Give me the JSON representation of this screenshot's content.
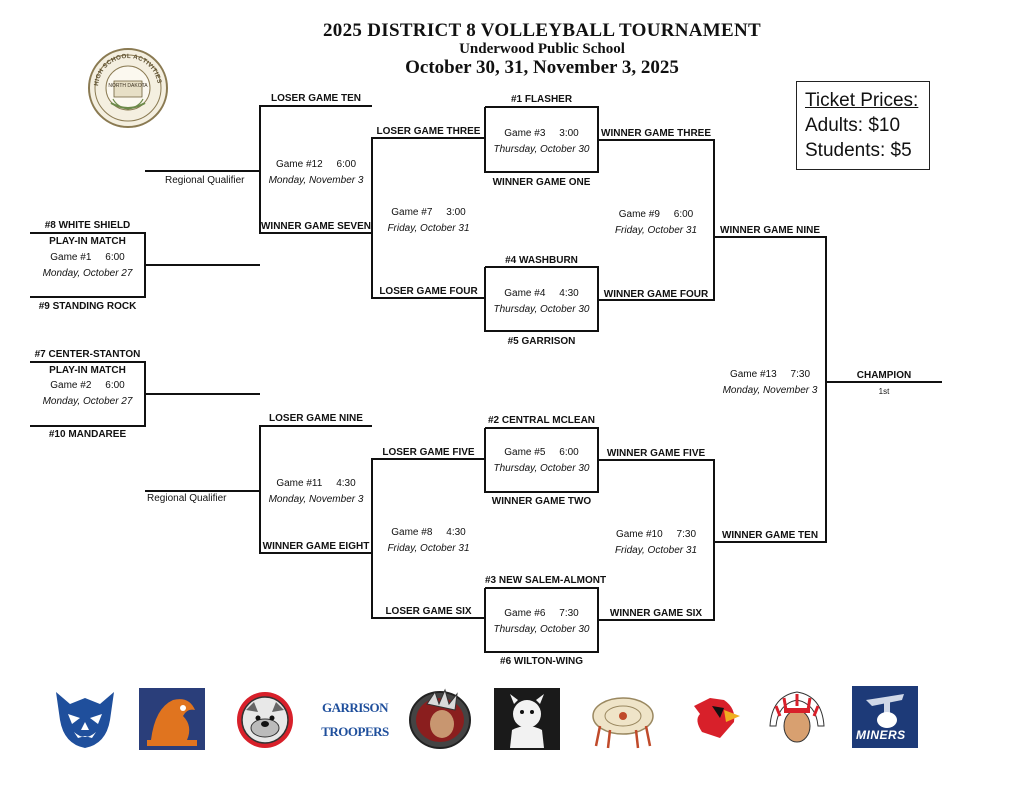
{
  "title": {
    "line1": "2025 DISTRICT 8 VOLLEYBALL TOURNAMENT",
    "line2": "Underwood Public School",
    "line3": "October 30, 31, November 3, 2025"
  },
  "seal": {
    "ring_text": "HIGH SCHOOL ACTIVITIES ASSOCIATION",
    "state_text": "NORTH DAKOTA"
  },
  "tickets": {
    "heading": "Ticket Prices:",
    "adults": "Adults:  $10",
    "students": "Students:  $5"
  },
  "play_in": [
    {
      "top_team": "#8 WHITE SHIELD",
      "label": "PLAY-IN MATCH",
      "game": "Game #1     6:00",
      "date": "Monday, October 27",
      "bottom_team": "#9 STANDING ROCK"
    },
    {
      "top_team": "#7 CENTER-STANTON",
      "label": "PLAY-IN MATCH",
      "game": "Game #2     6:00",
      "date": "Monday, October 27",
      "bottom_team": "#10  MANDAREE"
    }
  ],
  "regional_qualifier": "Regional Qualifier",
  "top_half": {
    "loser_ten": "LOSER GAME TEN",
    "g12": {
      "game": "Game #12     6:00",
      "date": "Monday, November 3"
    },
    "winner_seven": "WINNER GAME SEVEN",
    "loser_three": "LOSER GAME THREE",
    "g7": {
      "game": "Game #7     3:00",
      "date": "Friday, October 31"
    },
    "loser_four": "LOSER GAME FOUR",
    "seed1": "#1  FLASHER",
    "g3": {
      "game": "Game #3     3:00",
      "date": "Thursday, October 30"
    },
    "winner_one": "WINNER GAME ONE",
    "seed4": "#4 WASHBURN",
    "g4": {
      "game": "Game #4     4:30",
      "date": "Thursday, October 30"
    },
    "seed5": "#5 GARRISON",
    "winner_three": "WINNER GAME THREE",
    "g9": {
      "game": "Game #9     6:00",
      "date": "Friday, October 31"
    },
    "winner_four": "WINNER GAME FOUR",
    "winner_nine": "WINNER GAME NINE"
  },
  "bottom_half": {
    "loser_nine": "LOSER GAME NINE",
    "g11": {
      "game": "Game #11     4:30",
      "date": "Monday, November 3"
    },
    "winner_eight": "WINNER GAME EIGHT",
    "loser_five": "LOSER GAME FIVE",
    "g8": {
      "game": "Game #8     4:30",
      "date": "Friday, October 31"
    },
    "loser_six": "LOSER GAME SIX",
    "seed2": "#2 CENTRAL MCLEAN",
    "g5": {
      "game": "Game #5     6:00",
      "date": "Thursday, October 30"
    },
    "winner_two": "WINNER GAME TWO",
    "seed3": "#3 NEW SALEM-ALMONT",
    "g6": {
      "game": "Game #6     7:30",
      "date": "Thursday, October 30"
    },
    "seed6": "#6 WILTON-WING",
    "winner_five": "WINNER GAME FIVE",
    "g10": {
      "game": "Game #10     7:30",
      "date": "Friday, October 31"
    },
    "winner_six": "WINNER GAME SIX",
    "winner_ten": "WINNER GAME TEN"
  },
  "final": {
    "g13": {
      "game": "Game #13     7:30",
      "date": "Monday, November 3"
    },
    "champion": "CHAMPION",
    "place": "1st"
  },
  "logos": {
    "garrison_top": "GARRISON",
    "garrison_bottom": "TROOPERS",
    "miners": "MINERS"
  },
  "colors": {
    "line": "#111111",
    "wildcat_blue": "#1f4f9c",
    "orange": "#e0741f",
    "cardinal_red": "#d8202a",
    "miners_blue": "#1d3a78"
  }
}
